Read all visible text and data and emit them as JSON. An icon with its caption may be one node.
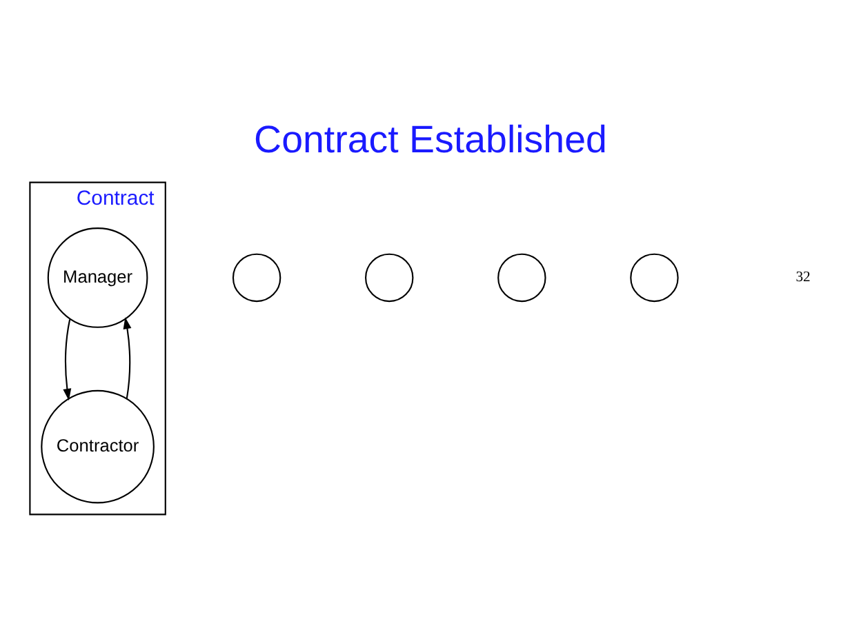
{
  "diagram": {
    "title": "Contract Established",
    "nodes": [
      {
        "text": [
          "Contract"
        ]
      },
      {
        "text": [
          "Manager"
        ],
        "in": 0
      },
      {
        "text": [
          "Contractor"
        ],
        "in": 0
      },
      {
        "text": [],
        "shape": "circle"
      },
      {
        "text": [],
        "shape": "circle"
      },
      {
        "text": [],
        "shape": "circle"
      },
      {
        "text": [],
        "shape": "circle"
      }
    ],
    "edges": [
      {
        "from": 2,
        "to": 1,
        "arrow": "to"
      },
      {
        "from": 1,
        "to": 2,
        "arrow": "to"
      }
    ],
    "labels": [
      "32"
    ]
  }
}
